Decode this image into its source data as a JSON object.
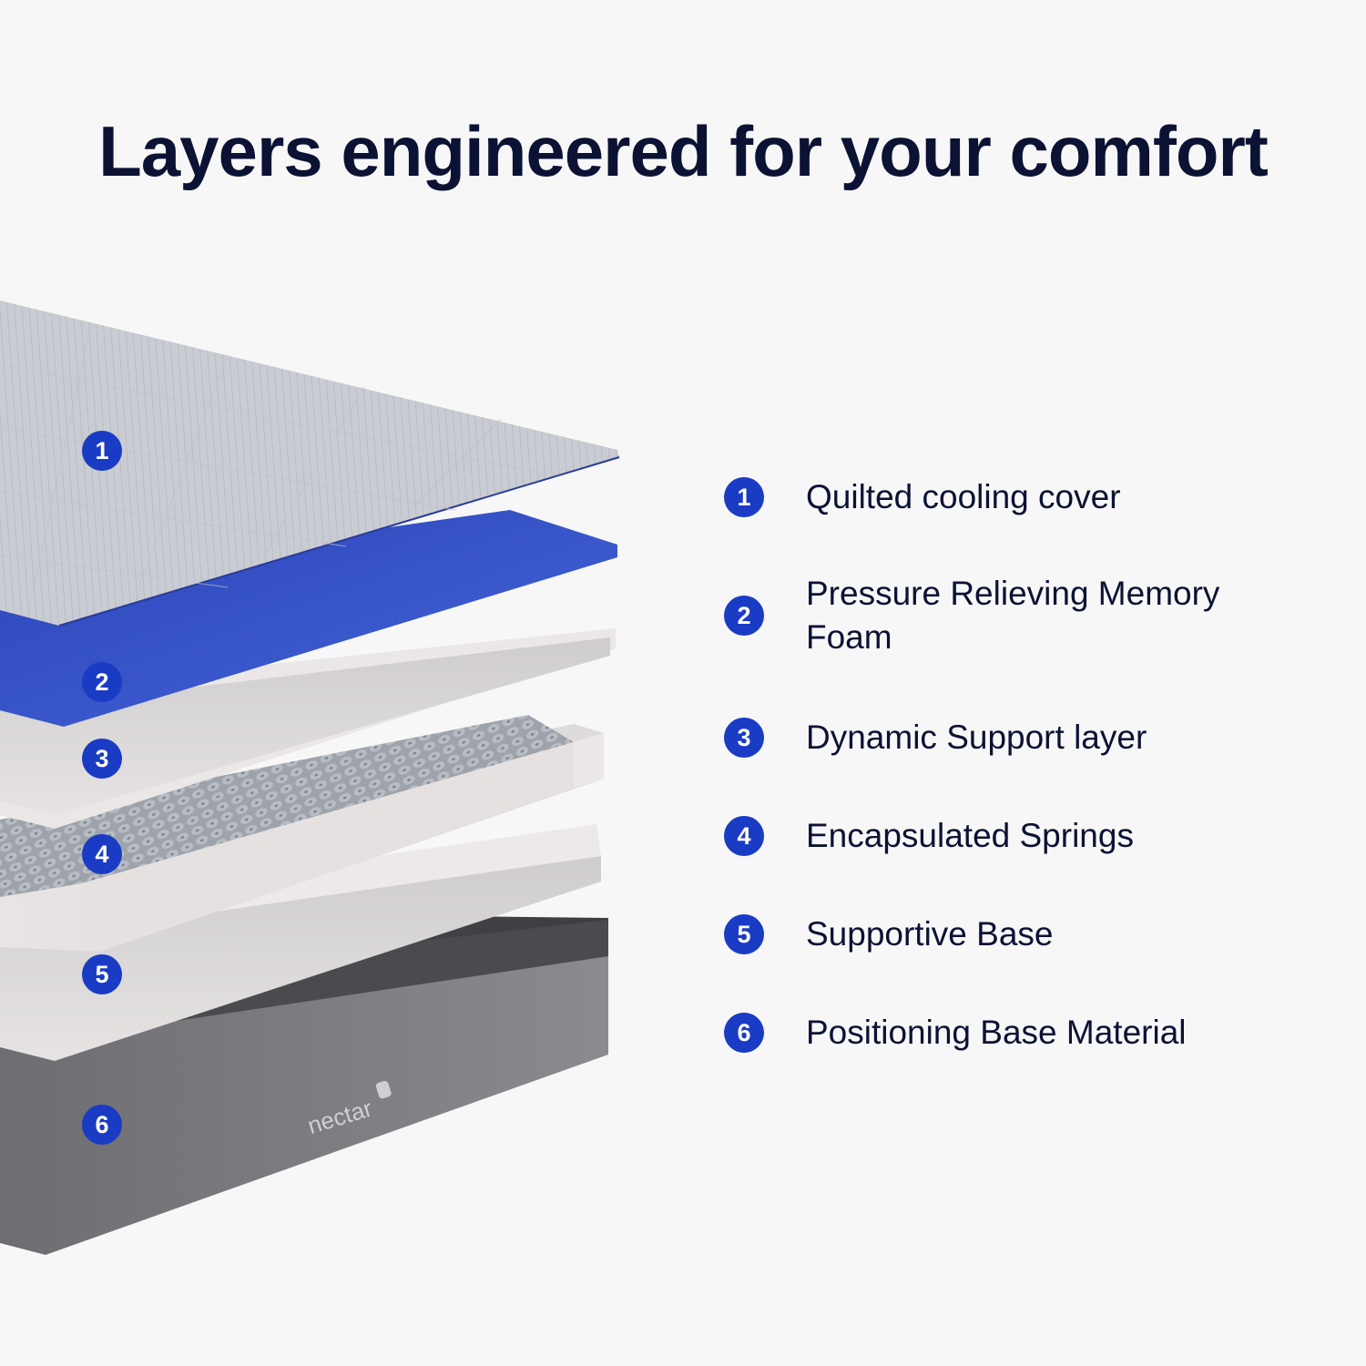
{
  "title": "Layers engineered for your comfort",
  "brand": {
    "logo_text": "nectar",
    "accent_color": "#1a3bc4",
    "text_color": "#0b1233",
    "background_color": "#f7f7f7"
  },
  "illustration": {
    "markers": [
      "1",
      "2",
      "3",
      "4",
      "5",
      "6"
    ],
    "base_logo_text": "nectar"
  },
  "layers": [
    {
      "number": "1",
      "label": "Quilted cooling cover"
    },
    {
      "number": "2",
      "label": "Pressure Relieving Memory Foam"
    },
    {
      "number": "3",
      "label": "Dynamic Support layer"
    },
    {
      "number": "4",
      "label": "Encapsulated Springs"
    },
    {
      "number": "5",
      "label": "Supportive Base"
    },
    {
      "number": "6",
      "label": "Positioning Base Material"
    }
  ]
}
